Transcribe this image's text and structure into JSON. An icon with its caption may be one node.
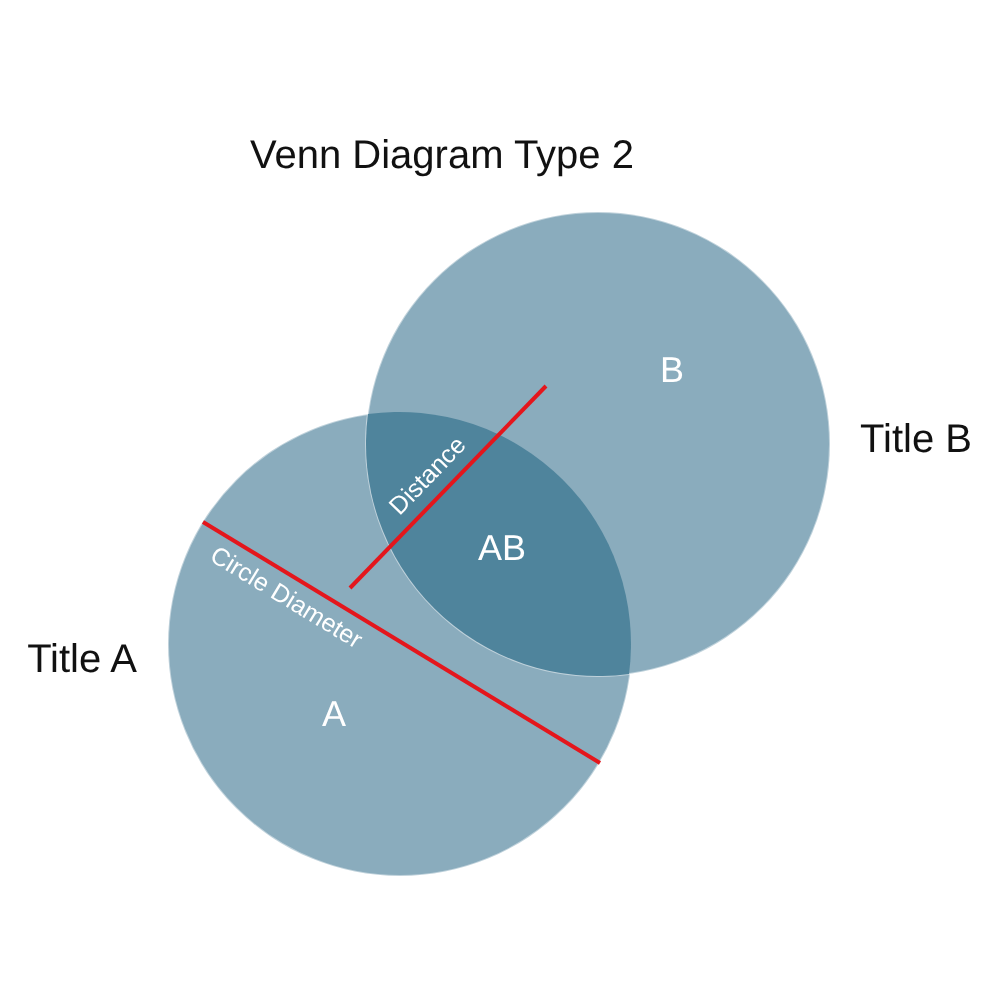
{
  "diagram": {
    "title": "Venn Diagram Type 2",
    "nodes": [
      {
        "text": [
          "A"
        ],
        "beside": [
          "Title A"
        ]
      },
      {
        "text": [
          "B"
        ],
        "beside": [
          "Title B"
        ]
      },
      {
        "text": [
          "AB"
        ]
      }
    ],
    "labels": [
      "Distance",
      "Circle Diameter"
    ]
  }
}
